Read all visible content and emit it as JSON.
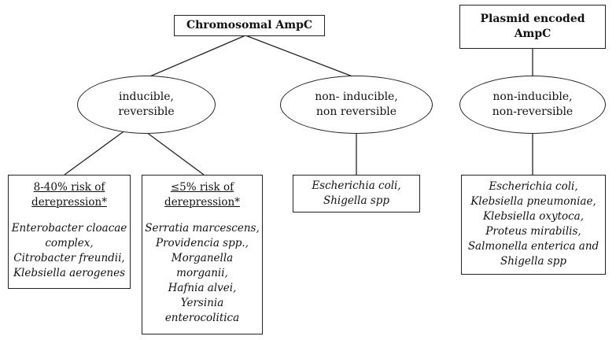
{
  "chromosomal": {
    "title": "Chromosomal AmpC",
    "inducible": {
      "line1": "inducible,",
      "line2": "reversible"
    },
    "noninducible": {
      "line1": "non- inducible,",
      "line2": "non reversible"
    },
    "risk_high": {
      "line1": "8-40% risk of",
      "line2": "derepression*",
      "organisms": [
        "Enterobacter cloacae",
        "complex,",
        "Citrobacter freundii,",
        "Klebsiella aerogenes"
      ]
    },
    "risk_low": {
      "line1": "≤5% risk of",
      "line2": "derepression*",
      "organisms": [
        "Serratia marcescens,",
        "Providencia spp.,",
        "Morganella",
        "morganii,",
        "Hafnia alvei,",
        "Yersinia",
        "enterocolitica"
      ]
    },
    "noninducible_organisms": [
      "Escherichia coli,",
      "Shigella spp"
    ]
  },
  "plasmid": {
    "title_line1": "Plasmid encoded",
    "title_line2": "AmpC",
    "state": {
      "line1": "non-inducible,",
      "line2": "non-reversible"
    },
    "organisms": [
      "Escherichia coli,",
      "Klebsiella pneumoniae,",
      "Klebsiella oxytoca,",
      "Proteus mirabilis,",
      "Salmonella enterica and",
      "Shigella spp"
    ]
  }
}
